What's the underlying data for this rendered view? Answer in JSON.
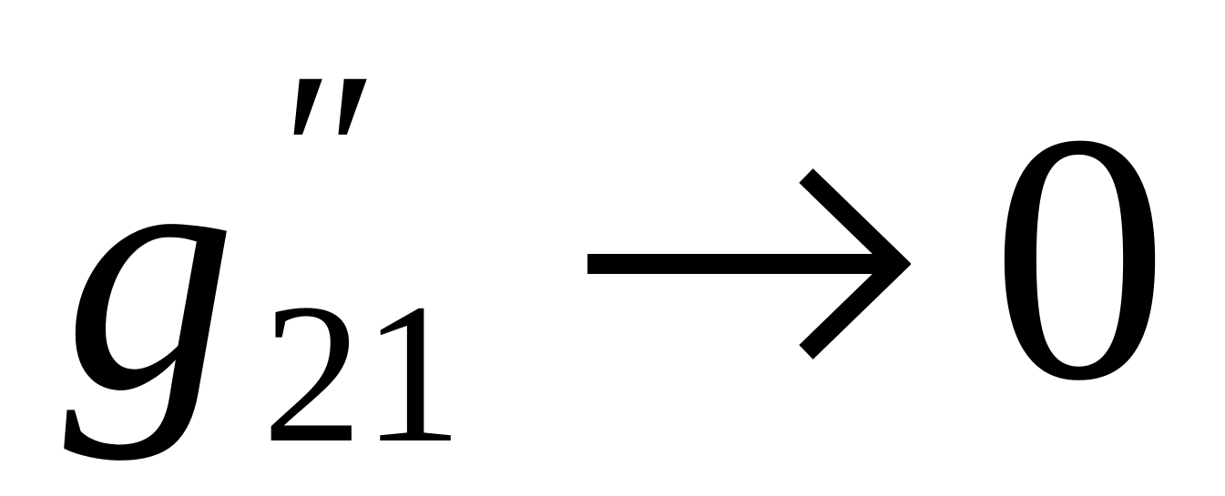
{
  "formula": {
    "variable": "g",
    "prime": "″",
    "subscript": "21",
    "arrow": "→",
    "limit": "0"
  }
}
